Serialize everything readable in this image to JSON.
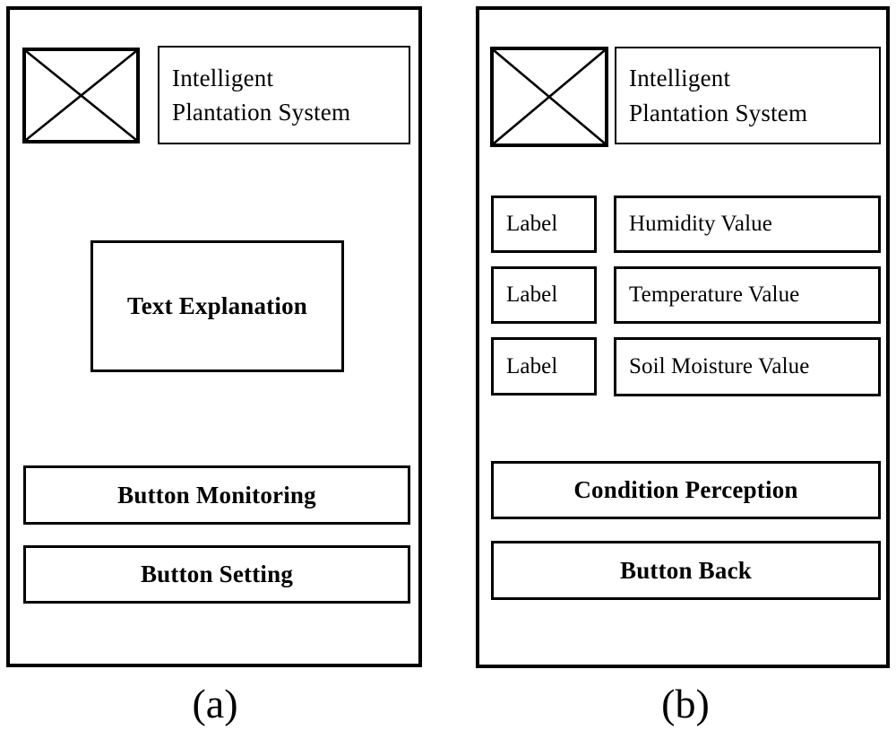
{
  "figure": {
    "panels": [
      {
        "id": "a",
        "caption": "(a)",
        "logo_icon": "image-placeholder-icon",
        "app_title": "Intelligent\nPlantation System",
        "content_box_label": "Text Explanation",
        "buttons": [
          {
            "label": "Button Monitoring"
          },
          {
            "label": "Button Setting"
          }
        ]
      },
      {
        "id": "b",
        "caption": "(b)",
        "logo_icon": "image-placeholder-icon",
        "app_title": "Intelligent\nPlantation System",
        "rows": [
          {
            "label": "Label",
            "value": "Humidity Value"
          },
          {
            "label": "Label",
            "value": "Temperature Value"
          },
          {
            "label": "Label",
            "value": "Soil Moisture Value"
          }
        ],
        "buttons": [
          {
            "label": "Condition Perception"
          },
          {
            "label": "Button Back"
          }
        ]
      }
    ]
  },
  "colors": {
    "ink": "#000000",
    "paper": "#ffffff"
  }
}
